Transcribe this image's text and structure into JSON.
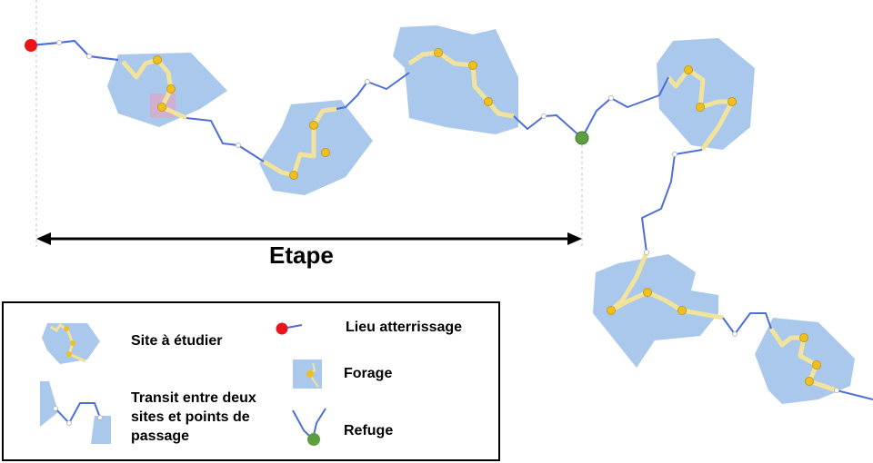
{
  "diagram": {
    "span_label": "Etape"
  },
  "legend": {
    "items": [
      {
        "label": "Site à étudier",
        "icon": "site-polygon-icon"
      },
      {
        "label": "Transit entre deux sites et points de passage",
        "icon": "transit-route-icon"
      },
      {
        "label": "Lieu atterrissage",
        "icon": "landing-point-icon"
      },
      {
        "label": "Forage",
        "icon": "drill-point-icon"
      },
      {
        "label": "Refuge",
        "icon": "refuge-point-icon"
      }
    ]
  },
  "colors": {
    "site": "#a9c8ec",
    "route": "#4f6fd8",
    "track": "#f1e39c",
    "drill": "#f0c020",
    "landing": "#e8151b",
    "refuge": "#5d9e40"
  }
}
